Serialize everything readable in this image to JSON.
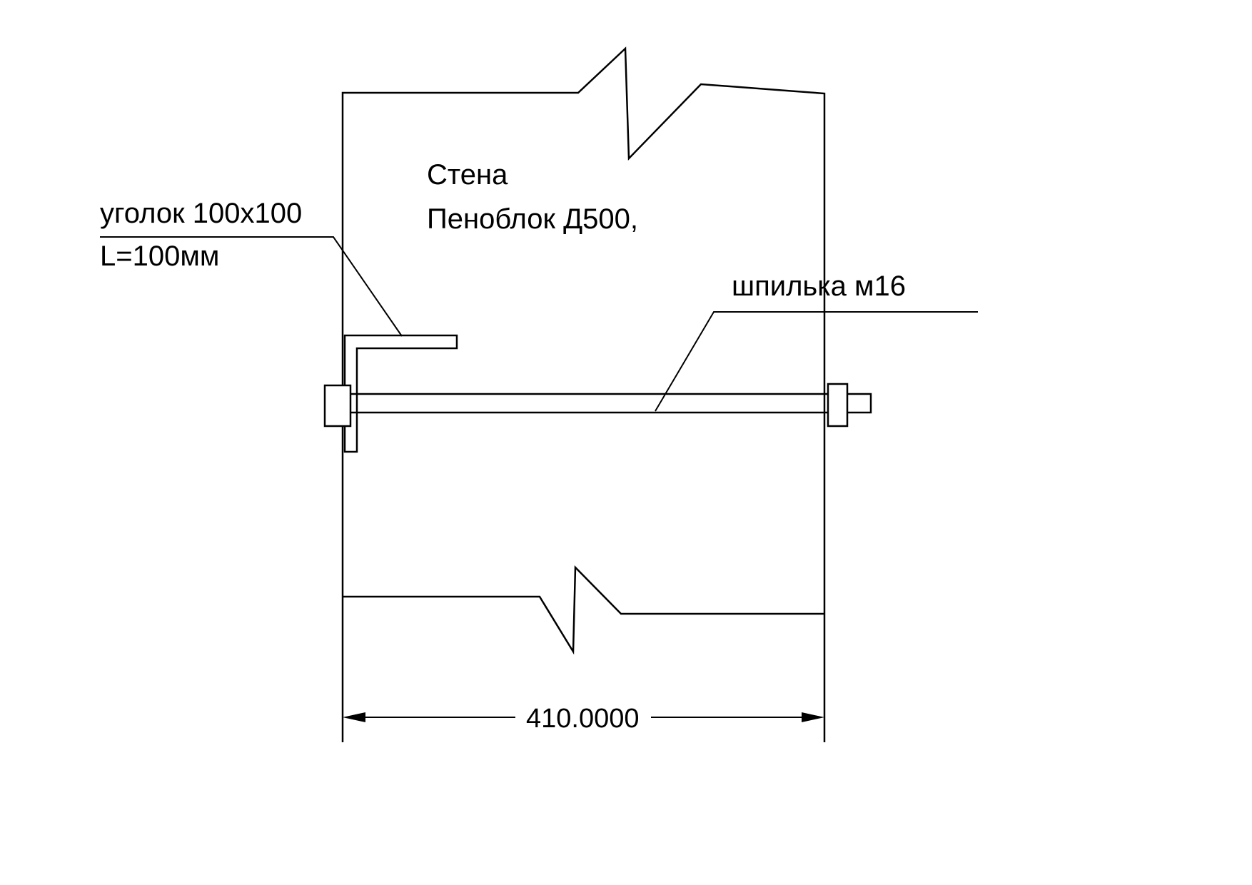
{
  "drawing": {
    "labels": {
      "wall_line1": "Стена",
      "wall_line2": "Пеноблок Д500,",
      "angle_line1": "уголок 100x100",
      "angle_line2": "L=100мм",
      "stud_label": "шпилька м16",
      "dimension_value": "410.0000"
    },
    "colors": {
      "line": "#000000",
      "background": "#ffffff"
    }
  }
}
